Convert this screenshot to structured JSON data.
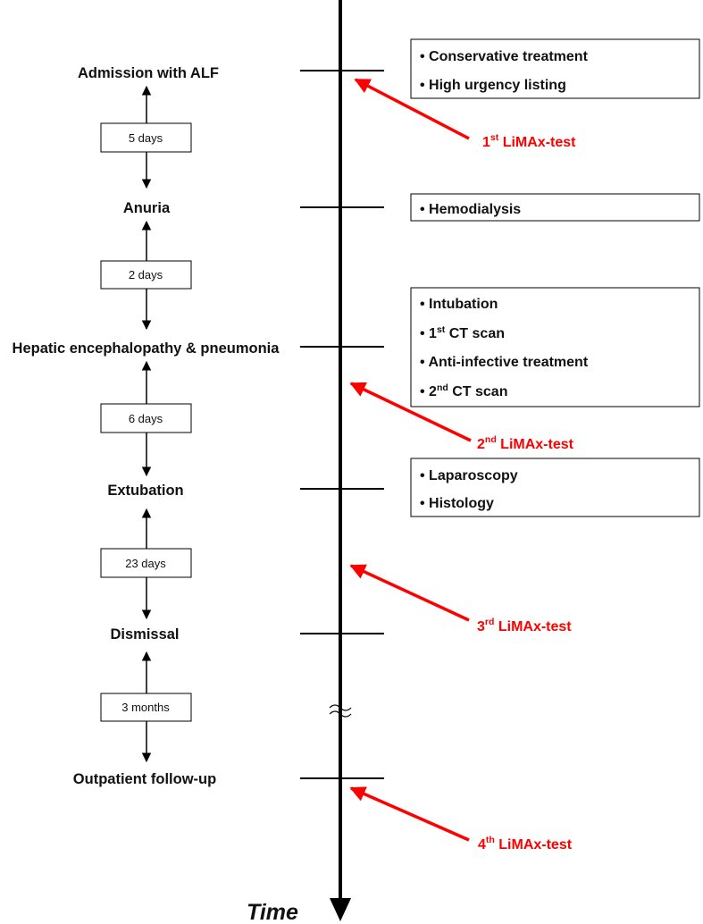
{
  "axis": {
    "title": "Time"
  },
  "events": [
    {
      "label": "Admission with ALF"
    },
    {
      "label": "Anuria"
    },
    {
      "label": "Hepatic encephalopathy & pneumonia"
    },
    {
      "label": "Extubation"
    },
    {
      "label": "Dismissal"
    },
    {
      "label": "Outpatient follow-up"
    }
  ],
  "intervals": [
    {
      "label": "5 days"
    },
    {
      "label": "2 days"
    },
    {
      "label": "6 days"
    },
    {
      "label": "23 days"
    },
    {
      "label": "3 months"
    }
  ],
  "notes": [
    {
      "items": [
        {
          "base": "• Conservative treatment",
          "sup": "",
          "rest": ""
        },
        {
          "base": "• High urgency listing",
          "sup": "",
          "rest": ""
        }
      ]
    },
    {
      "items": [
        {
          "base": "• Hemodialysis",
          "sup": "",
          "rest": ""
        }
      ]
    },
    {
      "items": [
        {
          "base": "• Intubation",
          "sup": "",
          "rest": ""
        },
        {
          "base": "• 1",
          "sup": "st",
          "rest": " CT scan"
        },
        {
          "base": "• Anti-infective  treatment",
          "sup": "",
          "rest": ""
        },
        {
          "base": "• 2",
          "sup": "nd",
          "rest": " CT scan"
        }
      ]
    },
    {
      "items": [
        {
          "base": "• Laparoscopy",
          "sup": "",
          "rest": ""
        },
        {
          "base": "• Histology",
          "sup": "",
          "rest": ""
        }
      ]
    }
  ],
  "tests": [
    {
      "num": "1",
      "sup": "st",
      "rest": " LiMAx-test"
    },
    {
      "num": "2",
      "sup": "nd",
      "rest": " LiMAx-test"
    },
    {
      "num": "3",
      "sup": "rd",
      "rest": " LiMAx-test"
    },
    {
      "num": "4",
      "sup": "th",
      "rest": " LiMAx-test"
    }
  ],
  "colors": {
    "test_arrow": "#ff0000",
    "line": "#000000"
  }
}
